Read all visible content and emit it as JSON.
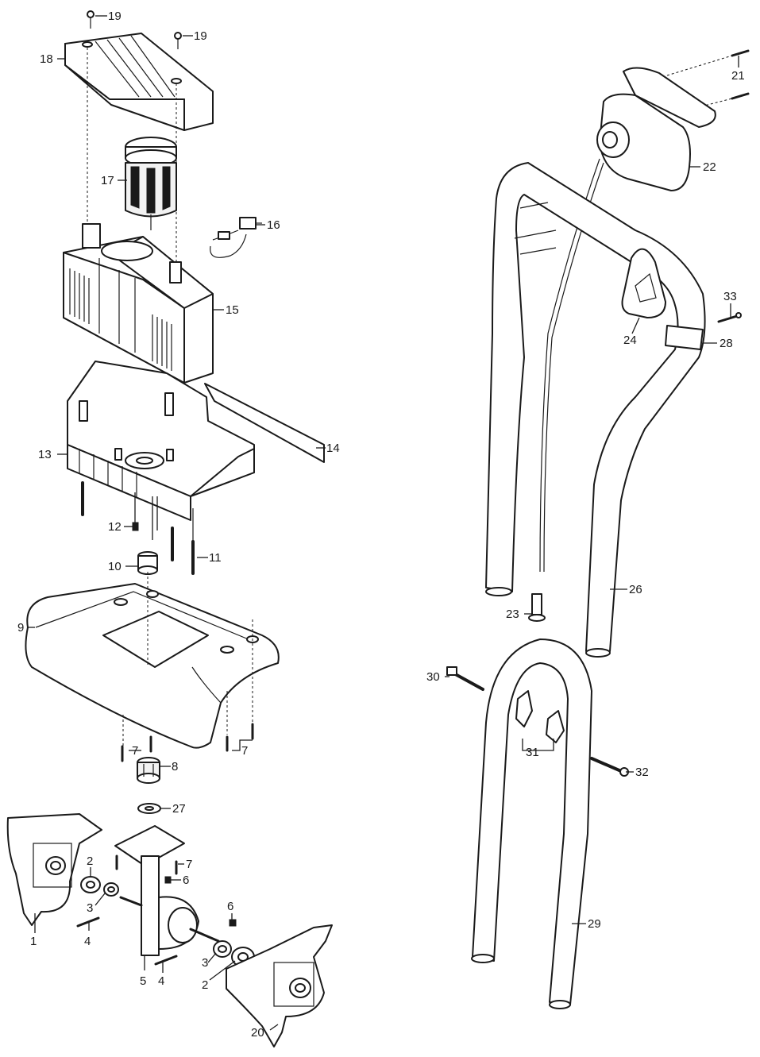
{
  "callouts": {
    "c1": "1",
    "c2a": "2",
    "c2b": "2",
    "c3a": "3",
    "c3b": "3",
    "c4a": "4",
    "c4b": "4",
    "c5": "5",
    "c6a": "6",
    "c6b": "6",
    "c7a": "7",
    "c7b": "7",
    "c7c": "7",
    "c8": "8",
    "c9": "9",
    "c10": "10",
    "c11": "11",
    "c12": "12",
    "c13": "13",
    "c14": "14",
    "c15": "15",
    "c16": "16",
    "c17": "17",
    "c18": "18",
    "c19a": "19",
    "c19b": "19",
    "c20": "20",
    "c21": "21",
    "c22": "22",
    "c23": "23",
    "c24": "24",
    "c26": "26",
    "c27": "27",
    "c28": "28",
    "c29": "29",
    "c30": "30",
    "c31": "31",
    "c32": "32",
    "c33": "33"
  }
}
